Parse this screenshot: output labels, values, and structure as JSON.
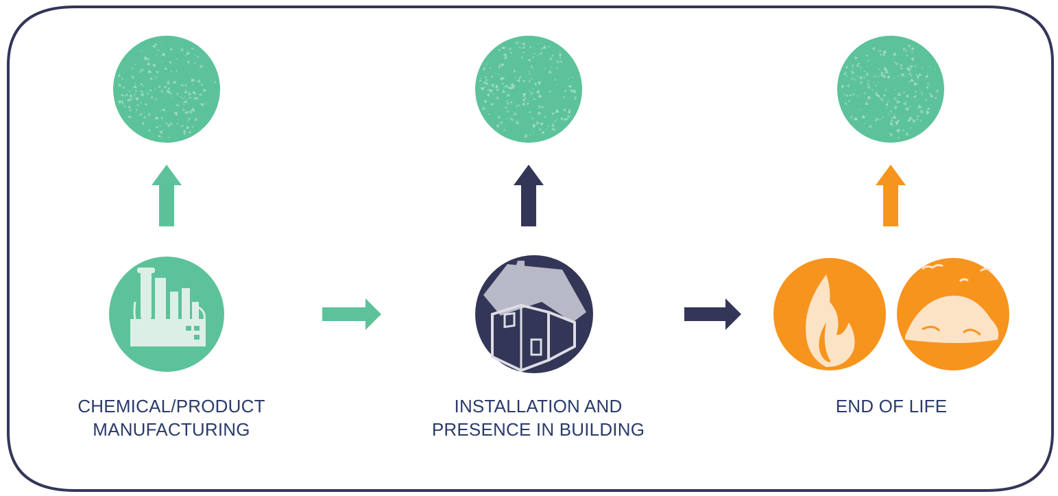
{
  "diagram": {
    "stages": [
      {
        "id": "manufacturing",
        "label": "CHEMICAL/PRODUCT\nMANUFACTURING",
        "icon": "factory-icon",
        "color": "#5cc29a"
      },
      {
        "id": "installation",
        "label": "INSTALLATION AND\nPRESENCE IN BUILDING",
        "icon": "house-icon",
        "color": "#333657"
      },
      {
        "id": "endoflife",
        "label": "END OF LIFE",
        "icons": [
          "fire-icon",
          "landfill-icon"
        ],
        "color": "#f7941d"
      }
    ],
    "emission_icon": "particle-cloud-icon",
    "colors": {
      "green": "#5cc29a",
      "navy": "#333657",
      "orange": "#f7941d",
      "label_text": "#2a3a6a",
      "frame_border": "#333657",
      "particle_light": "#a6dcc4",
      "icon_light": "#dcefe6",
      "flame_light": "#fde3c6",
      "roof_gray": "#b8b9c6"
    }
  }
}
